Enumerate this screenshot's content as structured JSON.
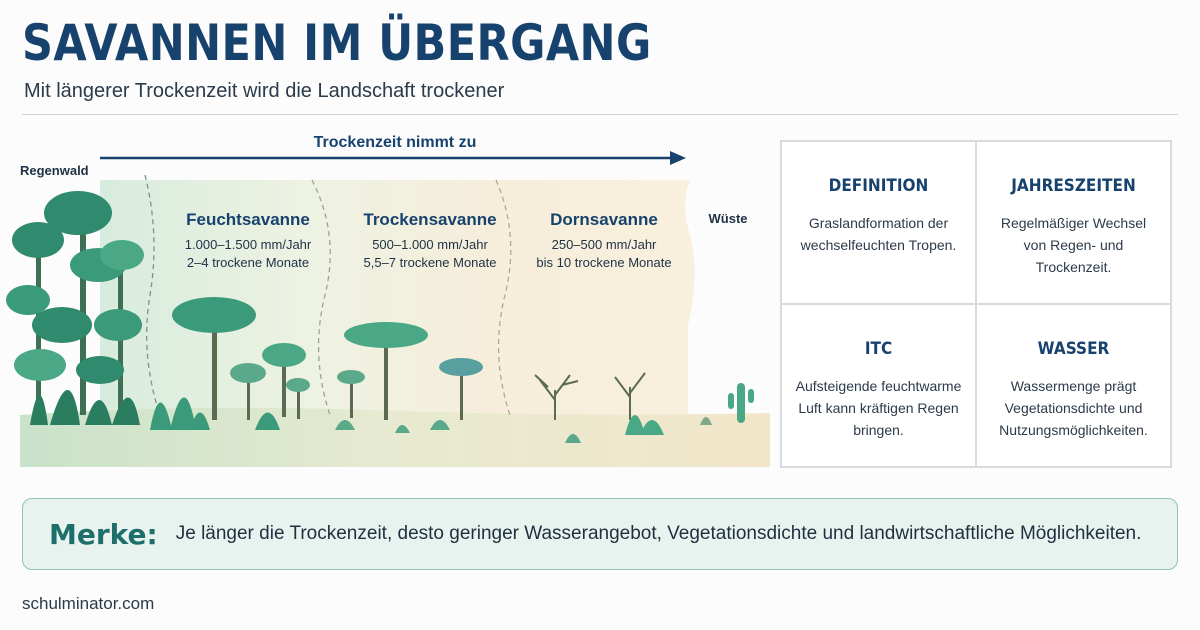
{
  "header": {
    "title": "SAVANNEN IM ÜBERGANG",
    "subtitle": "Mit längerer Trockenzeit wird die Landschaft trockener"
  },
  "diagram": {
    "arrow_label": "Trockenzeit nimmt zu",
    "zones": [
      {
        "name": "Regenwald"
      },
      {
        "name": "Feuchtsavanne",
        "precipitation": "1.000–1.500 mm/Jahr",
        "dry_months": "2–4 trockene Monate"
      },
      {
        "name": "Trockensavanne",
        "precipitation": "500–1.000 mm/Jahr",
        "dry_months": "5,5–7 trockene Monate"
      },
      {
        "name": "Dornsavanne",
        "precipitation": "250–500 mm/Jahr",
        "dry_months": "bis 10 trockene Monate"
      },
      {
        "name": "Wüste"
      }
    ]
  },
  "info": {
    "cells": [
      {
        "title": "DEFINITION",
        "lines": [
          "Graslandformation der",
          "wechselfeuchten Tropen."
        ]
      },
      {
        "title": "JAHRESZEITEN",
        "lines": [
          "Regelmäßiger Wechsel",
          "von Regen- und Trockenzeit."
        ]
      },
      {
        "title": "ITC",
        "lines": [
          "Aufsteigende feuchtwarme",
          "Luft kann kräftigen Regen",
          "bringen."
        ]
      },
      {
        "title": "WASSER",
        "lines": [
          "Wassermenge prägt",
          "Vegetationsdichte und",
          "Nutzungsmöglichkeiten."
        ]
      }
    ]
  },
  "merke": {
    "label": "Merke:",
    "text": "Je länger die Trockenzeit, desto geringer Wasserangebot, Vegetationsdichte und landwirtschaftliche Möglichkeiten."
  },
  "footer": {
    "site": "schulminator.com"
  },
  "colors": {
    "primary": "#17426d",
    "teal": "#1e6f6a",
    "forest": "#2f8a6e",
    "sand": "#f4ead7"
  }
}
